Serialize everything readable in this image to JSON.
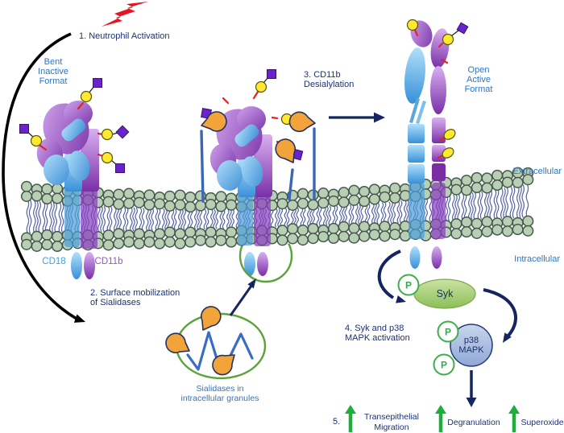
{
  "steps": {
    "step1": "1. Neutrophil Activation",
    "step2_line1": "2. Surface mobilization",
    "step2_line2": "of Sialidases",
    "step3_line1": "3. CD11b",
    "step3_line2": "Desialylation",
    "step4_line1": "4. Syk and p38",
    "step4_line2": "MAPK activation",
    "step5": "5."
  },
  "labels": {
    "bent_line1": "Bent",
    "bent_line2": "Inactive",
    "bent_line3": "Format",
    "open_line1": "Open",
    "open_line2": "Active",
    "open_line3": "Format",
    "extracellular": "Extracellular",
    "intracellular": "Intracellular",
    "cd18": "CD18",
    "cd11b": "CD11b",
    "granule_line1": "Sialidases in",
    "granule_line2": "intracellular granules",
    "syk": "Syk",
    "p38_line1": "p38",
    "p38_line2": "MAPK",
    "phospho": "P"
  },
  "outcomes": {
    "migration_line1": "Transepithelial",
    "migration_line2": "Migration",
    "degranulation": "Degranulation",
    "superoxide": "Superoxide"
  },
  "colors": {
    "step_text_navy": "#1e3272",
    "label_blue": "#2e74c8",
    "cd18_blue": "#45a0e0",
    "cd11b_purple": "#9a4fd0",
    "arrow_navy": "#16255f",
    "arrow_black": "#000000",
    "arrow_green": "#1fae3a",
    "phospho_green": "#3aa84a",
    "sialidase_orange": "#f2a43a",
    "glycan_yellow": "#ffe92e",
    "glycan_purple": "#6a22cc",
    "glycan_link_red": "#e32222",
    "membrane_head_green": "#b9cfb4",
    "membrane_tail_blue": "#46569e",
    "integrin_purple": "#8a44b4",
    "integrin_blue": "#4496d8",
    "syk_green": "#a5cc74",
    "p38_steel_blue": "#a9bfe0",
    "granule_outline_green": "#5aa23a",
    "bolt_red": "#e8131f"
  }
}
